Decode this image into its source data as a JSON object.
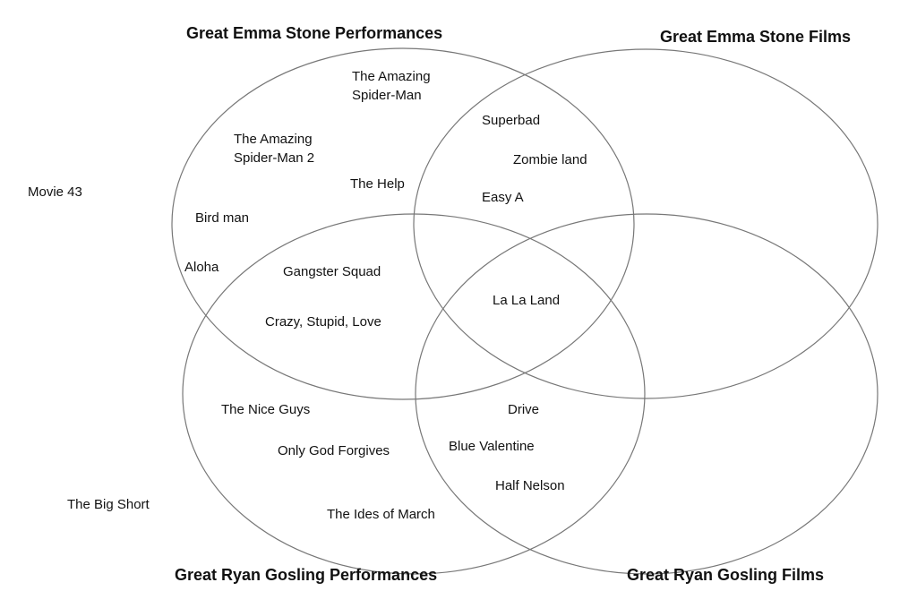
{
  "sets": {
    "emma_performances": "Great Emma Stone Performances",
    "emma_films": "Great Emma Stone Films",
    "ryan_performances": "Great Ryan Gosling Performances",
    "ryan_films": "Great Ryan Gosling Films"
  },
  "items": {
    "amazing_spiderman": "The Amazing\nSpider-Man",
    "amazing_spiderman2": "The Amazing\nSpider-Man 2",
    "the_help": "The Help",
    "birdman": "Bird man",
    "aloha": "Aloha",
    "superbad": "Superbad",
    "zombieland": "Zombie land",
    "easy_a": "Easy A",
    "gangster_squad": "Gangster Squad",
    "crazy_stupid_love": "Crazy, Stupid, Love",
    "la_la_land": "La La Land",
    "nice_guys": "The Nice Guys",
    "only_god_forgives": "Only God Forgives",
    "ides_of_march": "The Ides of March",
    "drive": "Drive",
    "blue_valentine": "Blue Valentine",
    "half_nelson": "Half Nelson",
    "movie_43": "Movie 43",
    "big_short": "The Big Short"
  }
}
